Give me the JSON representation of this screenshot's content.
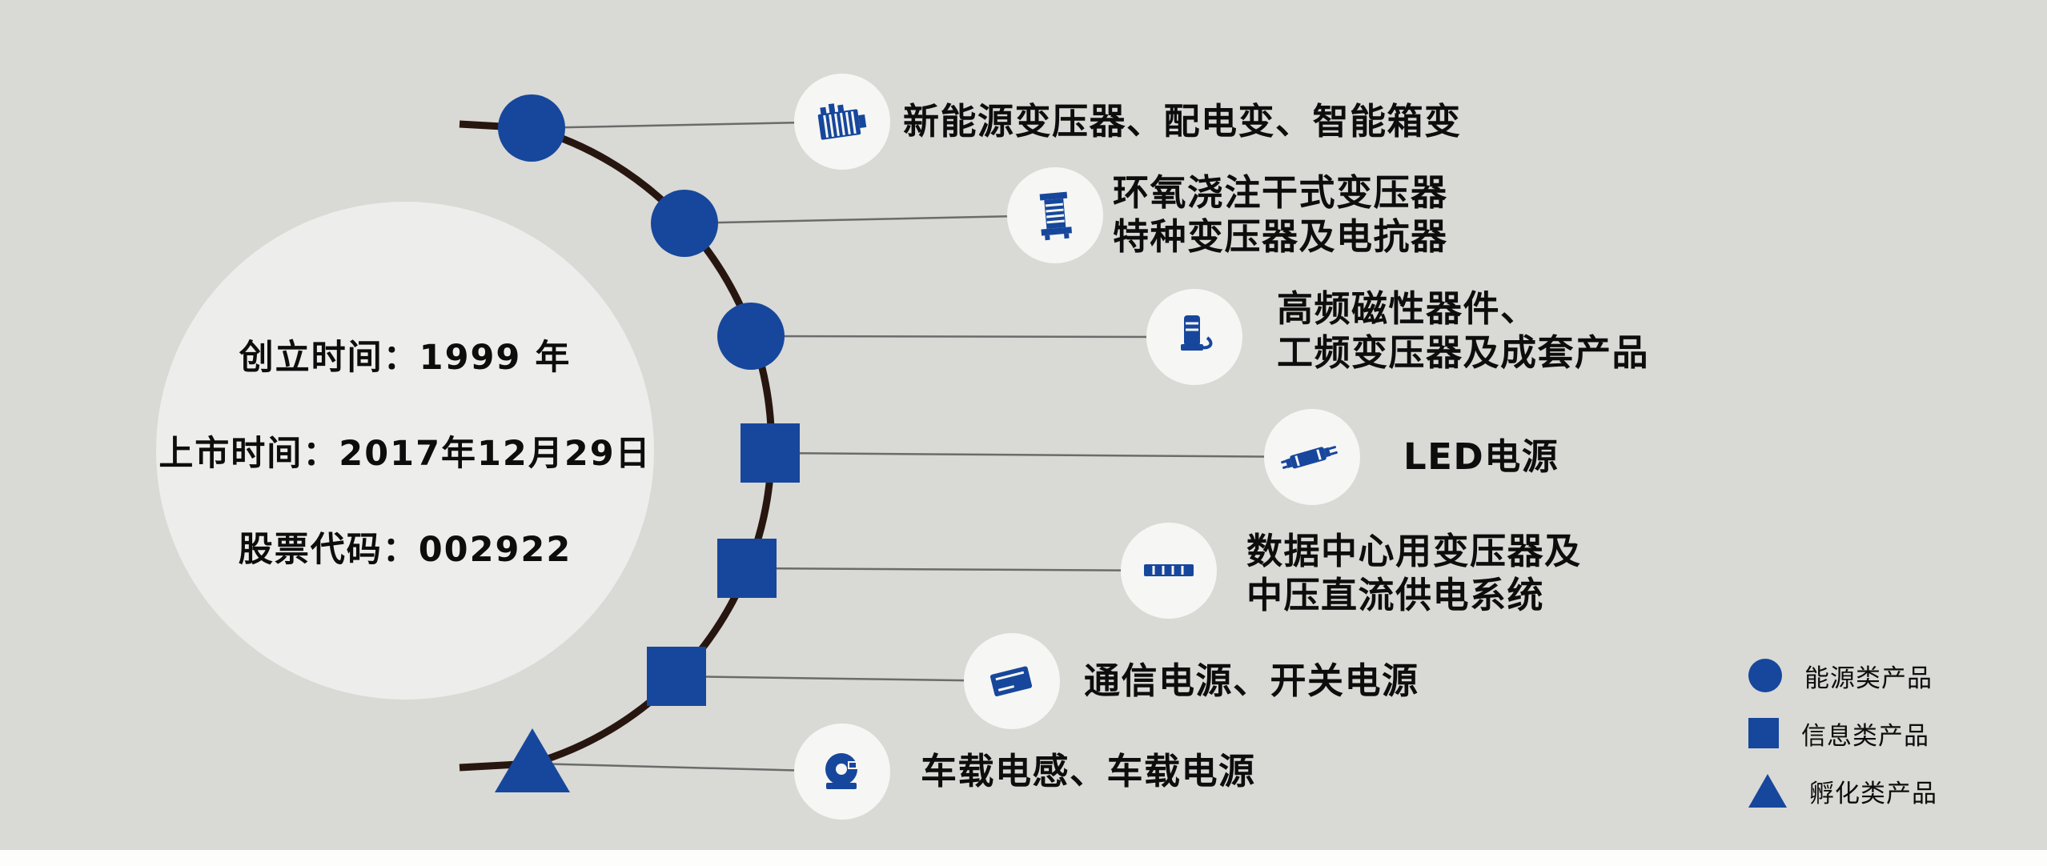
{
  "colors": {
    "accent": "#17479c",
    "arc": "#27160f",
    "background": "#d9d9d5",
    "circle": "#ededeb",
    "icon_bg": "#f6f6f4"
  },
  "company": {
    "founded": "创立时间：1999 年",
    "listed": "上市时间：2017年12月29日",
    "stock": "股票代码：002922"
  },
  "products": [
    {
      "category": "energy",
      "marker": "circle",
      "icon": "box-transformer-icon",
      "line1": "新能源变压器、配电变、智能箱变"
    },
    {
      "category": "energy",
      "marker": "circle",
      "icon": "dry-type-transformer-icon",
      "line1": "环氧浇注干式变压器",
      "line2": "特种变压器及电抗器"
    },
    {
      "category": "energy",
      "marker": "circle",
      "icon": "magnetic-component-icon",
      "line1": "高频磁性器件、",
      "line2": "工频变压器及成套产品"
    },
    {
      "category": "information",
      "marker": "square",
      "icon": "led-driver-icon",
      "line1": "LED电源"
    },
    {
      "category": "information",
      "marker": "square",
      "icon": "data-center-power-icon",
      "line1": "数据中心用变压器及",
      "line2": "中压直流供电系统"
    },
    {
      "category": "information",
      "marker": "square",
      "icon": "telecom-power-icon",
      "line1": "通信电源、开关电源"
    },
    {
      "category": "incubation",
      "marker": "triangle",
      "icon": "vehicle-inductor-icon",
      "line1": "车载电感、车载电源"
    }
  ],
  "legend": [
    {
      "shape": "circle",
      "label": "能源类产品"
    },
    {
      "shape": "square",
      "label": "信息类产品"
    },
    {
      "shape": "triangle",
      "label": "孵化类产品"
    }
  ]
}
